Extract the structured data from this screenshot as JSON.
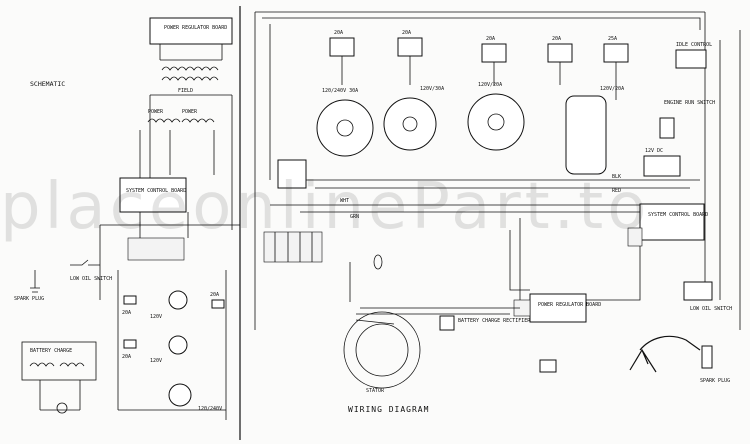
{
  "titles": {
    "schematic": "SCHEMATIC",
    "wiring": "WIRING DIAGRAM"
  },
  "watermark": "placeonlinePart.to",
  "schematic": {
    "power_regulator_board": "POWER REGULATOR BOARD",
    "field": "FIELD",
    "power_left": "POWER",
    "power_right": "POWER",
    "system_control_board": "SYSTEM CONTROL BOARD",
    "low_oil_switch": "LOW OIL SWITCH",
    "spark_plug": "SPARK PLUG",
    "battery_charge": "BATTERY CHARGE",
    "receptacle_1": "120V",
    "receptacle_2": "120V",
    "receptacle_3": "120/240V",
    "breaker_1": "20A",
    "breaker_2": "20A",
    "breaker_3": "20A"
  },
  "wiring": {
    "power_regulator_board": "POWER REGULATOR BOARD",
    "system_control_board": "SYSTEM CONTROL BOARD",
    "engine_run_switch": "ENGINE RUN SWITCH",
    "battery_charge_rectifier": "BATTERY CHARGE RECTIFIER",
    "stator": "STATOR",
    "spark_plug": "SPARK PLUG",
    "low_oil_switch": "LOW OIL SWITCH",
    "idle_control": "IDLE CONTROL",
    "receptacle_1": "120/240V 30A",
    "receptacle_2": "120V/30A",
    "receptacle_3": "120V/20A",
    "receptacle_4": "120V/20A",
    "receptacle_5": "12V DC",
    "breaker_1": "20A",
    "breaker_2": "20A",
    "breaker_3": "20A",
    "breaker_4": "20A",
    "breaker_main": "25A",
    "wire_blk": "BLK",
    "wire_red": "RED",
    "wire_wht": "WHT",
    "wire_grn": "GRN"
  }
}
